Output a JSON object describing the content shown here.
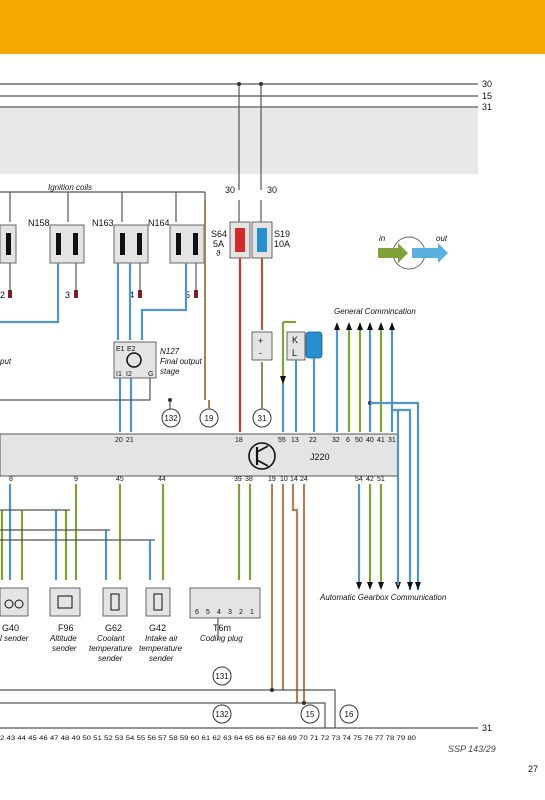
{
  "colors": {
    "header": "#f5a800",
    "green": "#7fa23a",
    "blue": "#4f95c8",
    "brown": "#a8835a",
    "red": "#c23a2a",
    "cyan": "#2a8fd0",
    "gray_band": "#e6e6e6"
  },
  "rails": [
    "30",
    "15",
    "31"
  ],
  "ignition_coils_label": "Ignition coils",
  "coils": [
    {
      "name": "N158",
      "pin": "3"
    },
    {
      "name": "N163",
      "pin": "4"
    },
    {
      "name": "N164",
      "pin": "5"
    }
  ],
  "left_coil_pin": "2",
  "left_fragment_label": "put",
  "fuses": [
    {
      "top": "30",
      "name": "S64",
      "rating": "5A",
      "extra": "ϑ",
      "color": "red"
    },
    {
      "top": "30",
      "name": "S19",
      "rating": "10A",
      "extra": "",
      "color": "blue"
    }
  ],
  "n127": {
    "name": "N127",
    "desc1": "Final output",
    "desc2": "stage",
    "pins_top": [
      "E1",
      "E2"
    ],
    "pins_bottom": [
      "I1",
      "I2",
      "G"
    ]
  },
  "circle_refs": [
    "132",
    "19",
    "31"
  ],
  "battery": {
    "plus": "+",
    "minus": "-"
  },
  "kl": {
    "k": "K",
    "l": "L"
  },
  "general_comm": "General Commincation",
  "auto_comm": "Automatic Gearbox Communication",
  "in_out": {
    "in": "in",
    "out": "out"
  },
  "ecu": {
    "name": "J220",
    "top_pins": [
      "20",
      "21",
      "18",
      "55",
      "13",
      "22",
      "32",
      "6",
      "50",
      "40",
      "41",
      "31"
    ],
    "bottom_pins": [
      "8",
      "9",
      "45",
      "44",
      "39",
      "38",
      "19",
      "10",
      "14",
      "24",
      "54",
      "42",
      "51"
    ]
  },
  "sensors": [
    {
      "name": "G40",
      "desc": [
        "l sender"
      ]
    },
    {
      "name": "F96",
      "desc": [
        "Altitude",
        "sender"
      ]
    },
    {
      "name": "G62",
      "desc": [
        "Coolant",
        "temperature",
        "sender"
      ]
    },
    {
      "name": "G42",
      "desc": [
        "Intake air",
        "temperature",
        "sender"
      ]
    },
    {
      "name": "T6m",
      "desc": [
        "Coding plug"
      ]
    }
  ],
  "coding_plug_pins": [
    "6",
    "5",
    "4",
    "3",
    "2",
    "1"
  ],
  "bottom_circles": [
    "131",
    "132",
    "15",
    "16"
  ],
  "bottom_rail": "31",
  "scale_numbers": "2 43 44 45 46 47 48 49 50 51 52 53 54 55 56 57 58 59 60 61 62 63 64 65 66 67 68 69 70 71 72 73 74 75 76 77 78 79 80",
  "ssp": "SSP 143/29",
  "page_number": "27"
}
